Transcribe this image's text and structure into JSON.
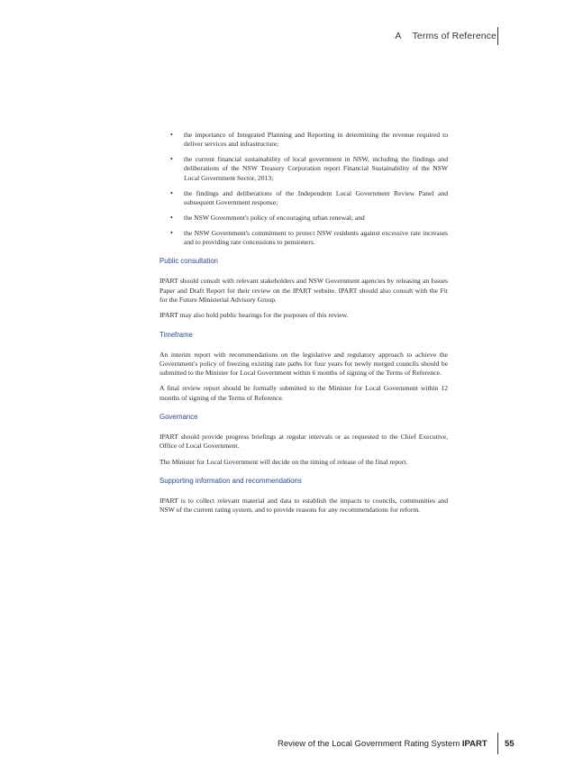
{
  "header": {
    "section": "A    Terms of Reference"
  },
  "bullets": [
    "the importance of Integrated Planning and Reporting in determining the revenue required to deliver services and infrastructure;",
    "the current financial sustainability of local government in NSW, including the findings and deliberations of the NSW Treasury Corporation report Financial Sustainability of the NSW Local Government Sector, 2013;",
    "the findings and deliberations of the Independent Local Government Review Panel and subsequent Government response;",
    "the NSW Government's policy of encouraging urban renewal; and",
    "the NSW Government's commitment to protect NSW residents against excessive rate increases and to providing rate concessions to pensioners."
  ],
  "sections": {
    "public_consultation": {
      "heading": "Public consultation",
      "p1": "IPART should consult with relevant stakeholders and NSW Government agencies by releasing an Issues Paper and Draft Report for their review on the IPART website. IPART should also consult with the Fit for the Future Ministerial Advisory Group.",
      "p2": "IPART may also hold public hearings for the purposes of this review."
    },
    "timeframe": {
      "heading": "Timeframe",
      "p1": "An interim report with recommendations on the legislative and regulatory approach to achieve the Government's policy of freezing existing rate paths for four years for newly merged councils should be submitted to the Minister for Local Government within 6 months of signing of the Terms of Reference.",
      "p2": "A final review report should be formally submitted to the Minister for Local Government within 12 months of signing of the Terms of Reference."
    },
    "governance": {
      "heading": "Governance",
      "p1": "IPART should provide progress briefings at regular intervals or as requested to the Chief Executive, Office of Local Government.",
      "p2": "The Minister for Local Government will decide on the timing of release of the final report."
    },
    "supporting": {
      "heading": "Supporting information and recommendations",
      "p1": "IPART is to collect relevant material and data to establish the impacts to councils, communities and NSW of the current rating system, and to provide reasons for any recommendations for reform."
    }
  },
  "footer": {
    "title": "Review of the Local Government Rating System",
    "brand": "IPART",
    "page_number": "55"
  }
}
